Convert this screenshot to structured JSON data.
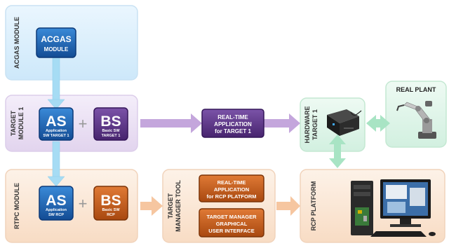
{
  "modules": {
    "acgas": {
      "label": "ACGAS MODULE",
      "color": "#d7eefc"
    },
    "target": {
      "label_line1": "TARGET",
      "label_line2": "MODULE 1",
      "color": "#ece2f4"
    },
    "rtpc": {
      "label": "RTPC MODULE",
      "color": "#fbe6d4"
    },
    "tool": {
      "label_line1": "TARGET",
      "label_line2": "MANAGER TOOL",
      "color": "#fbe6d4"
    },
    "hardware": {
      "label_line1": "HARDWARE",
      "label_line2": "TARGET 1",
      "color": "#dcf3e6"
    },
    "rcp": {
      "label": "RCP PLATFORM",
      "color": "#fbe6d4"
    },
    "realplant": {
      "label": "REAL PLANT",
      "color": "#dcf3e6"
    }
  },
  "blocks": {
    "acgas_module": {
      "line1": "ACGAS",
      "line2": "MODULE"
    },
    "as_target": {
      "big": "AS",
      "line1": "Application",
      "line2": "SW TARGET 1"
    },
    "bs_target": {
      "big": "BS",
      "line1": "Basic SW",
      "line2": "TARGET 1"
    },
    "as_rcp": {
      "big": "AS",
      "line1": "Application",
      "line2": "SW RCP"
    },
    "bs_rcp": {
      "big": "BS",
      "line1": "Basic SW",
      "line2": "RCP"
    },
    "rt_target": {
      "line1": "REAL-TIME",
      "line2": "APPLICATION",
      "line3": "for TARGET 1"
    },
    "rt_rcp": {
      "line1": "REAL-TIME",
      "line2": "APPLICATION",
      "line3": "for RCP PLATFORM"
    },
    "gui": {
      "line1": "TARGET MANAGER",
      "line2": "GRAPHICAL",
      "line3": "USER INTERFACE"
    }
  },
  "plus": "+",
  "colors": {
    "blue_block": "#1d5fae",
    "purple_block": "#5b3488",
    "orange_block": "#c45c1a",
    "arrow_cyan": "#a6dcf4",
    "arrow_purple": "#c4a6dc",
    "arrow_orange": "#f6c6a0",
    "arrow_green": "#a8e4c4"
  }
}
